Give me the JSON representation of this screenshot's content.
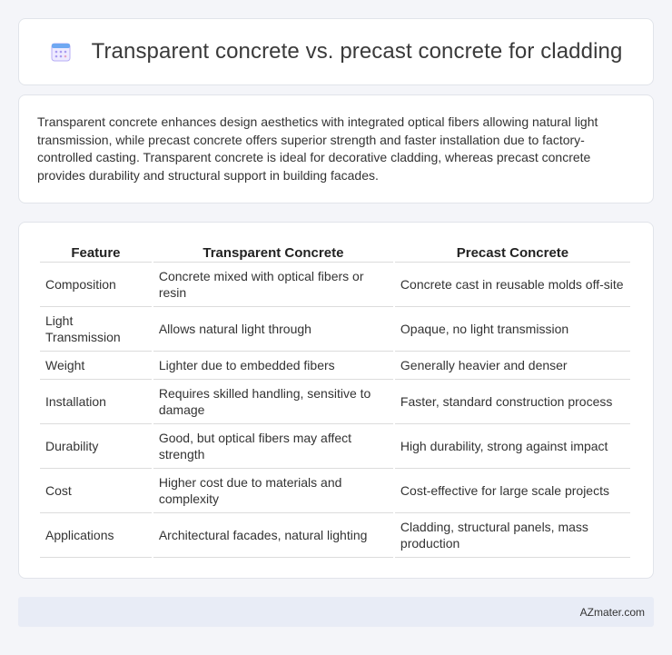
{
  "header": {
    "title": "Transparent concrete vs. precast concrete for cladding",
    "icon": "calendar-icon",
    "icon_color": "#8a7ff0"
  },
  "summary": {
    "text": "Transparent concrete enhances design aesthetics with integrated optical fibers allowing natural light transmission, while precast concrete offers superior strength and faster installation due to factory-controlled casting. Transparent concrete is ideal for decorative cladding, whereas precast concrete provides durability and structural support in building facades."
  },
  "table": {
    "headers": [
      "Feature",
      "Transparent Concrete",
      "Precast Concrete"
    ],
    "rows": [
      [
        "Composition",
        "Concrete mixed with optical fibers or resin",
        "Concrete cast in reusable molds off-site"
      ],
      [
        "Light Transmission",
        "Allows natural light through",
        "Opaque, no light transmission"
      ],
      [
        "Weight",
        "Lighter due to embedded fibers",
        "Generally heavier and denser"
      ],
      [
        "Installation",
        "Requires skilled handling, sensitive to damage",
        "Faster, standard construction process"
      ],
      [
        "Durability",
        "Good, but optical fibers may affect strength",
        "High durability, strong against impact"
      ],
      [
        "Cost",
        "Higher cost due to materials and complexity",
        "Cost-effective for large scale projects"
      ],
      [
        "Applications",
        "Architectural facades, natural lighting",
        "Cladding, structural panels, mass production"
      ]
    ]
  },
  "footer": {
    "text": "AZmater.com"
  }
}
